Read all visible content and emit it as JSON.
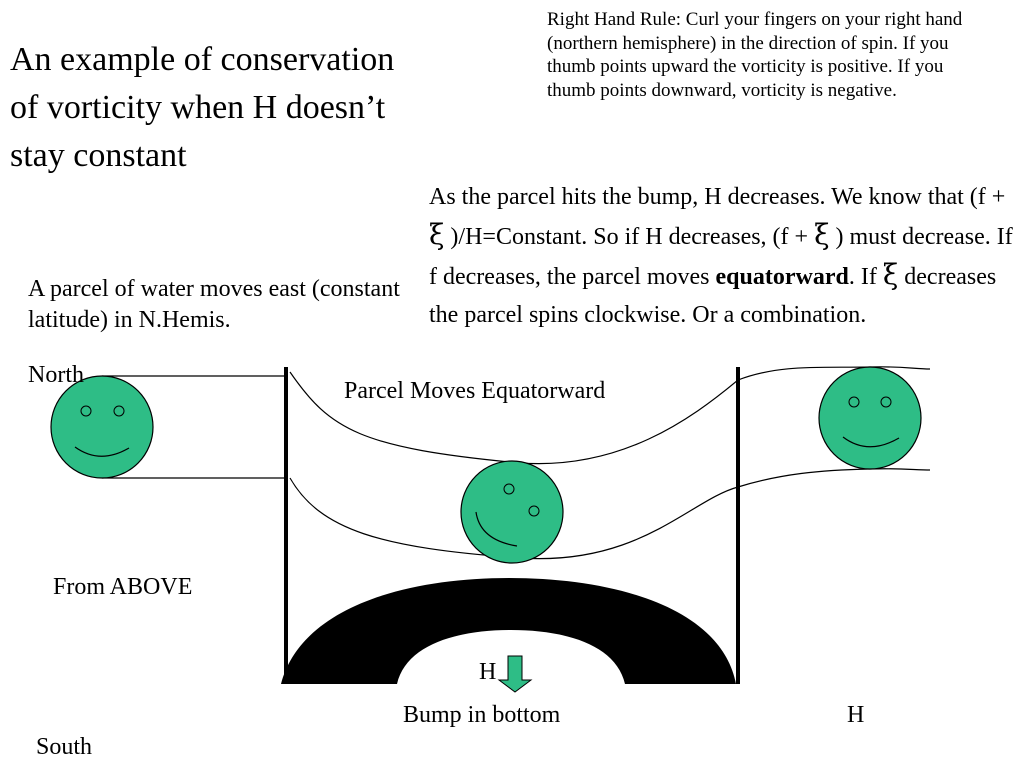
{
  "title": "An example of conservation of vorticity when H doesn’t stay constant",
  "right_hand_rule": "Right Hand Rule:  Curl your fingers on your right hand (northern hemisphere) in the direction of spin.  If you thumb points upward the vorticity is positive.  If you thumb points downward, vorticity is negative.",
  "bump_explanation": {
    "p1": "As the parcel hits the bump, H decreases. We know that  (f + ",
    "xi": "ξ",
    "p2": " )/H=Constant. So if H decreases, (f + ",
    "p3": " ) must decrease.  If f decreases, the parcel moves ",
    "bold": "equatorward",
    "p4": ".  If  ",
    "p5": " decreases the parcel spins clockwise. Or a combination."
  },
  "parcel_description": "A parcel of water moves east (constant latitude) in N.Hemis.",
  "labels": {
    "north": "North",
    "parcel_moves": "Parcel Moves Equatorward",
    "from_above": "From ABOVE",
    "h_arrow": "H",
    "bump": "Bump in bottom",
    "h": "H",
    "south": "South"
  },
  "colors": {
    "face_fill": "#2ebd86",
    "arrow_fill": "#2ebd86",
    "bump_fill": "#000000",
    "line": "#000000"
  }
}
